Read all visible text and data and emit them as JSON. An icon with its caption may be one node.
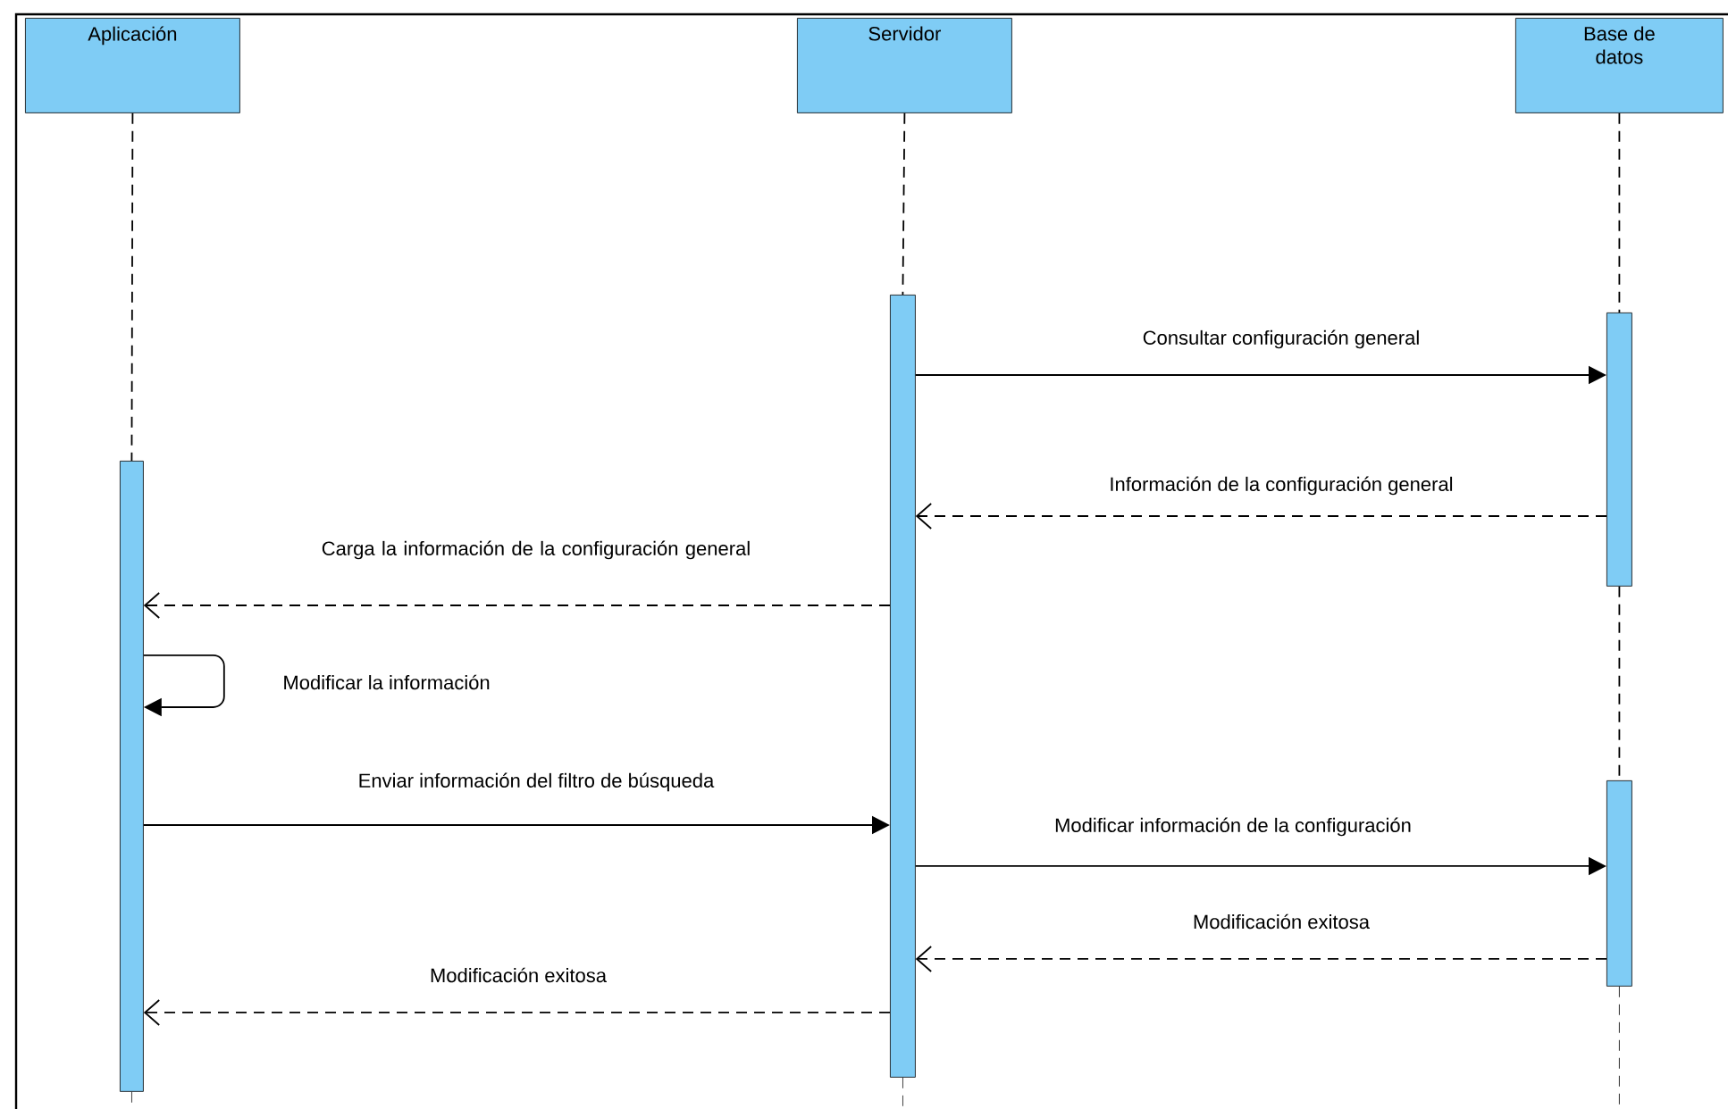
{
  "diagram": {
    "nodes": [
      {
        "text": [
          "Aplicación"
        ]
      },
      {
        "text": [
          "Servidor"
        ]
      },
      {
        "text": [
          "Base de datos"
        ]
      },
      {
        "text": [],
        "shape": "bar"
      },
      {
        "text": [],
        "shape": "bar"
      },
      {
        "text": [],
        "shape": "bar"
      },
      {
        "text": [],
        "shape": "bar"
      }
    ],
    "edges": [
      {
        "from": 0,
        "to": 3,
        "arrow": "none",
        "style": "dashed"
      },
      {
        "from": 1,
        "to": 4,
        "arrow": "none",
        "style": "dashed"
      },
      {
        "from": 2,
        "to": 5,
        "arrow": "none",
        "style": "dashed"
      },
      {
        "from": 5,
        "to": 6,
        "arrow": "none",
        "style": "dashed"
      },
      {
        "from": 4,
        "to": 5,
        "arrow": "to",
        "label": "Consultar configuración general"
      },
      {
        "from": 5,
        "to": 4,
        "arrow": "to",
        "style": "dashed",
        "label": "Información de la configuración general"
      },
      {
        "from": 4,
        "to": 3,
        "arrow": "to",
        "style": "dashed",
        "label": "Carga la información de la configuración general"
      },
      {
        "from": 3,
        "to": 3,
        "arrow": "to",
        "label": "Modificar la información"
      },
      {
        "from": 3,
        "to": 4,
        "arrow": "to",
        "label": "Enviar información del filtro de búsqueda"
      },
      {
        "from": 4,
        "to": 6,
        "arrow": "to",
        "label": "Modificar información de la configuración"
      },
      {
        "from": 6,
        "to": 4,
        "arrow": "to",
        "style": "dashed",
        "label": "Modificación exitosa"
      },
      {
        "from": 4,
        "to": 3,
        "arrow": "to",
        "style": "dashed",
        "label": "Modificación exitosa"
      }
    ]
  }
}
